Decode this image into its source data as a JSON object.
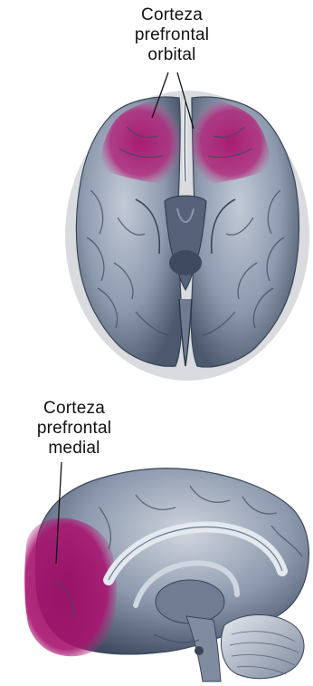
{
  "figure": {
    "top_view": {
      "label_lines": [
        "Corteza",
        "prefrontal",
        "orbital"
      ]
    },
    "side_view": {
      "label_lines": [
        "Corteza",
        "prefrontal",
        "medial"
      ]
    }
  },
  "colors": {
    "highlight": "#a8146f",
    "brain_base": "#8a97ab",
    "brain_dark": "#3e4a5e",
    "brain_light": "#d9dee6",
    "text": "#111111",
    "background": "#ffffff"
  }
}
